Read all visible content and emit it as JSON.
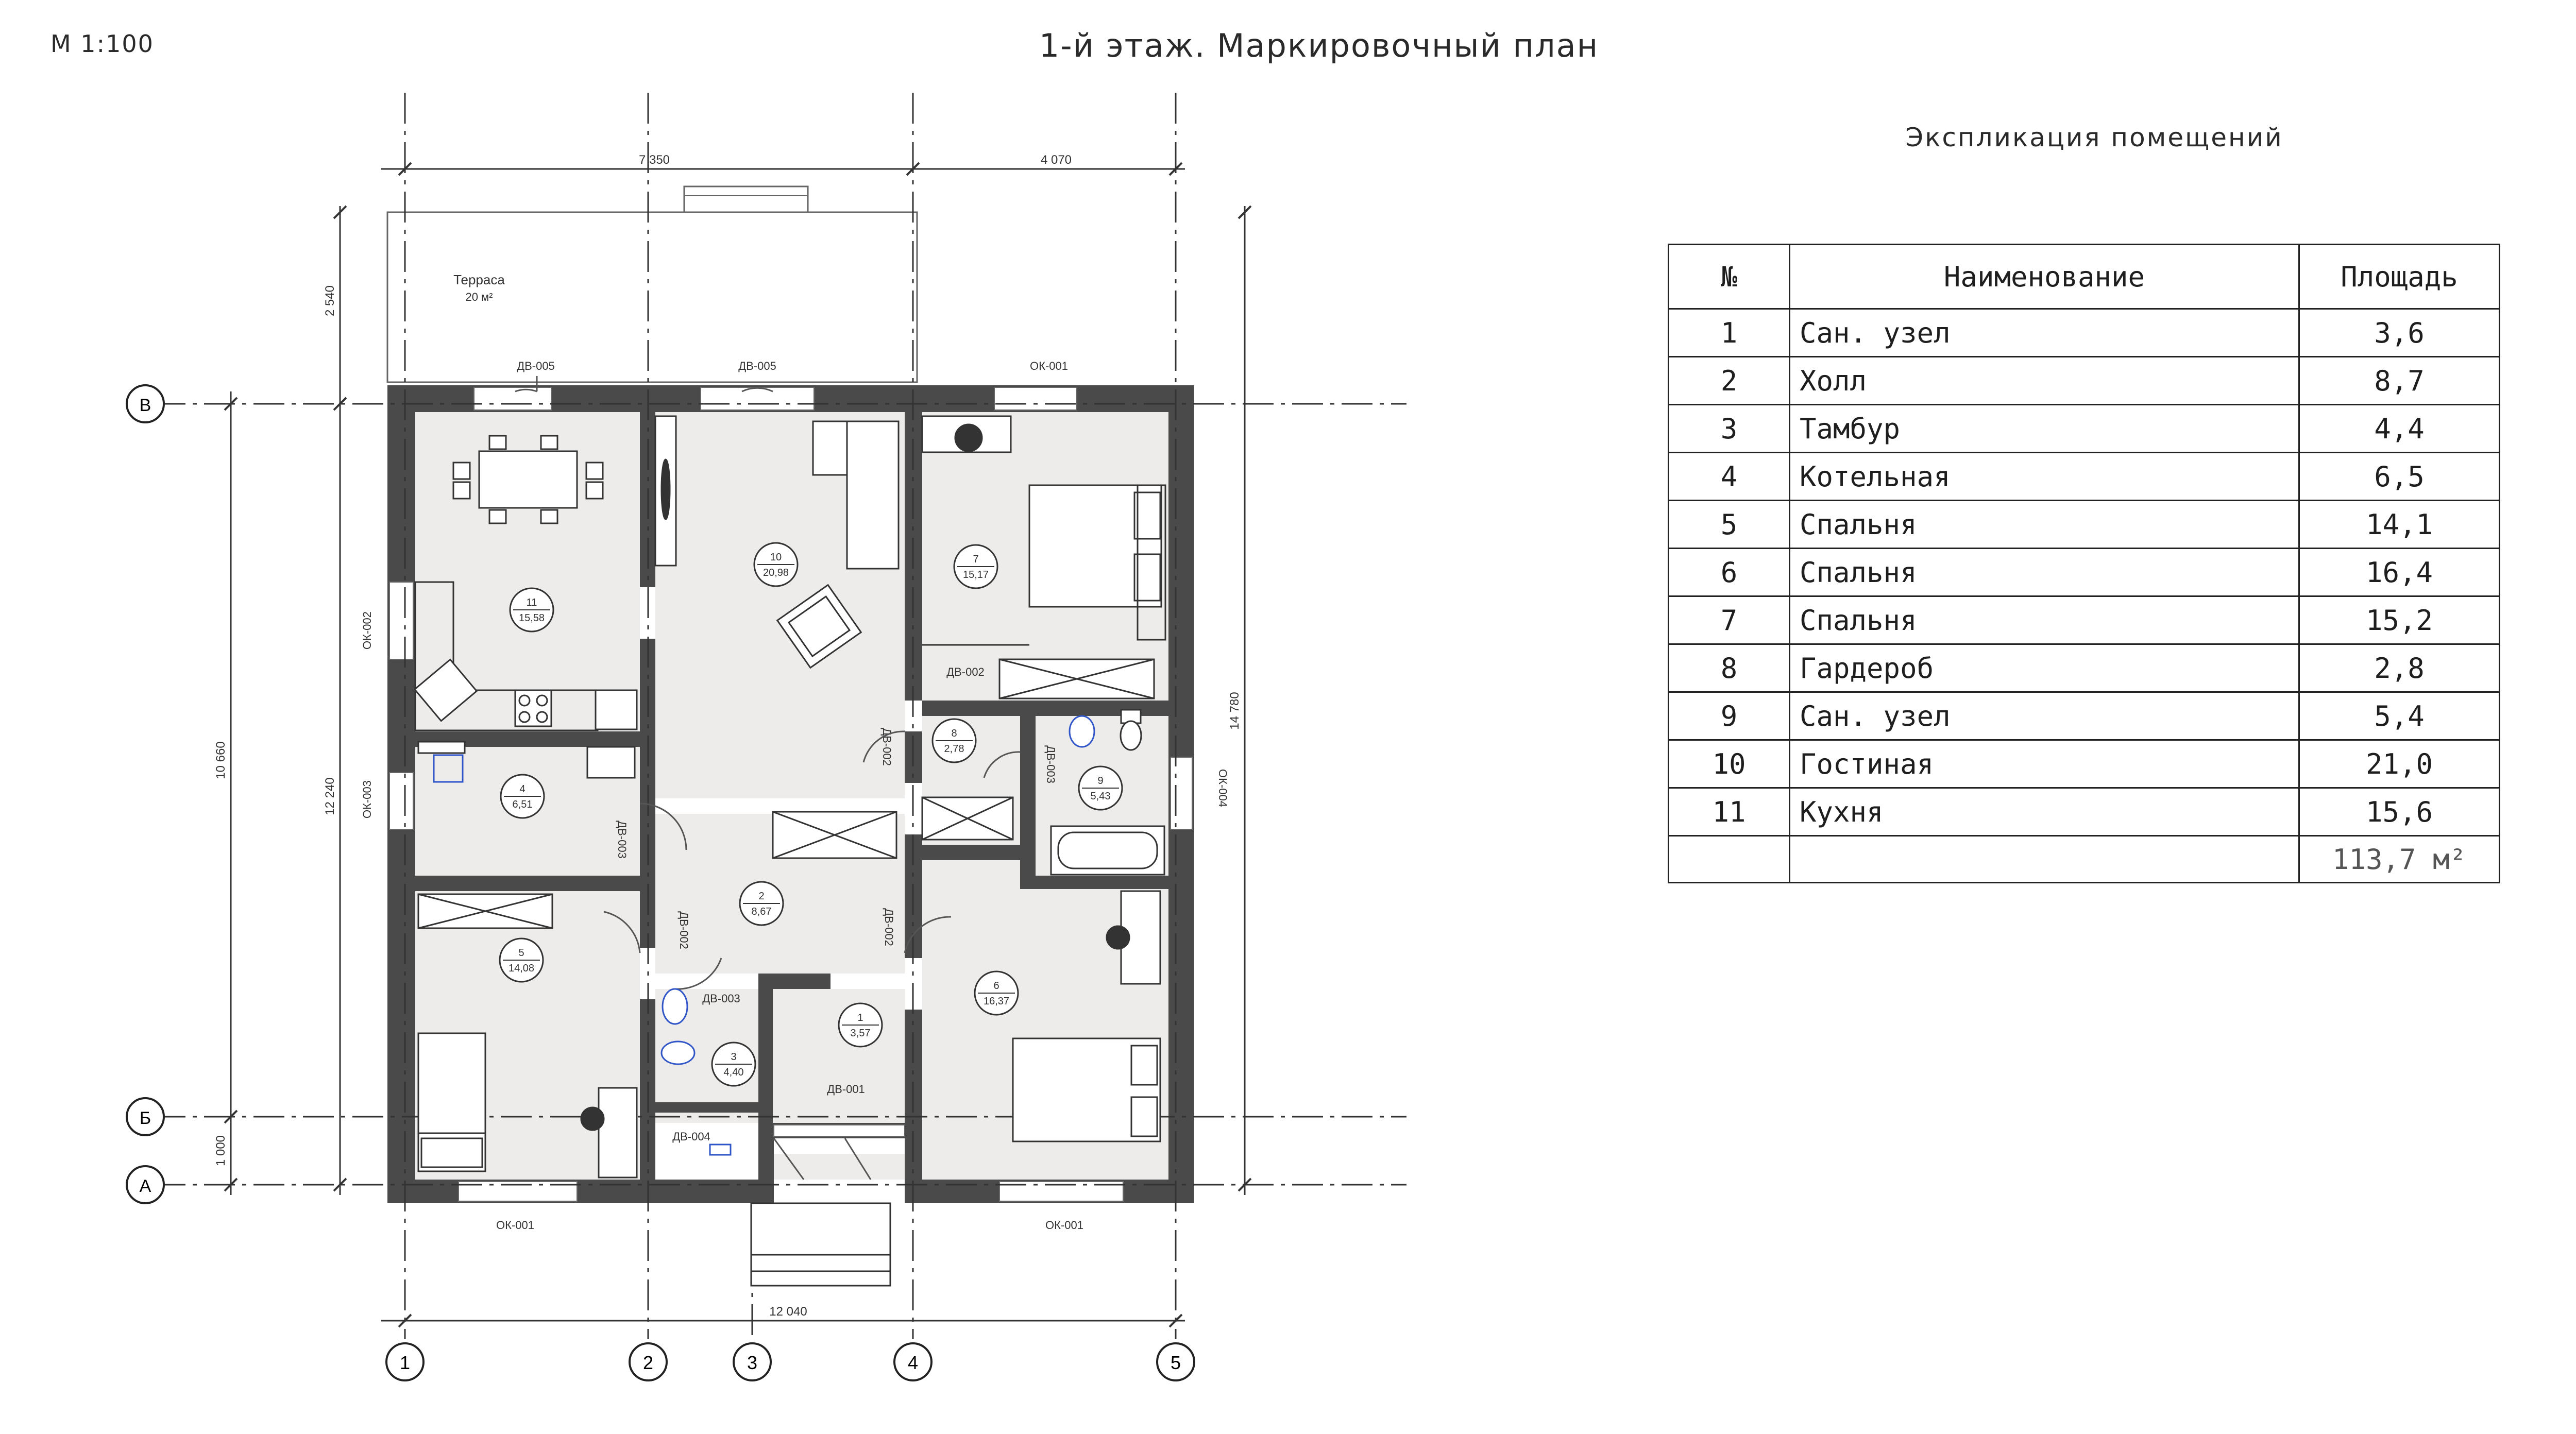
{
  "header": {
    "scale": "М 1:100",
    "title": "1-й этаж. Маркировочный план",
    "explication_title": "Экспликация помещений"
  },
  "table": {
    "headers": [
      "№",
      "Наименование",
      "Площадь"
    ],
    "rows": [
      {
        "no": "1",
        "name": "Сан. узел",
        "area": "3,6"
      },
      {
        "no": "2",
        "name": "Холл",
        "area": "8,7"
      },
      {
        "no": "3",
        "name": "Тамбур",
        "area": "4,4"
      },
      {
        "no": "4",
        "name": "Котельная",
        "area": "6,5"
      },
      {
        "no": "5",
        "name": "Спальня",
        "area": "14,1"
      },
      {
        "no": "6",
        "name": "Спальня",
        "area": "16,4"
      },
      {
        "no": "7",
        "name": "Спальня",
        "area": "15,2"
      },
      {
        "no": "8",
        "name": "Гардероб",
        "area": "2,8"
      },
      {
        "no": "9",
        "name": "Сан. узел",
        "area": "5,4"
      },
      {
        "no": "10",
        "name": "Гостиная",
        "area": "21,0"
      },
      {
        "no": "11",
        "name": "Кухня",
        "area": "15,6"
      }
    ],
    "total": "113,7 м²"
  },
  "plan": {
    "axes_vertical": [
      "1",
      "2",
      "3",
      "4",
      "5"
    ],
    "axes_horizontal": [
      "В",
      "Б",
      "А"
    ],
    "dimensions": {
      "top_left": "7 350",
      "top_right": "4 070",
      "bottom": "12 040",
      "left_outer": "12 240",
      "left_inner": "10 660",
      "left_bottom": "1 000",
      "left_terrace": "2 540",
      "right": "14 780"
    },
    "terrace_label": "Терраса",
    "terrace_area": "20 м²",
    "openings": {
      "dv005": "ДВ-005",
      "ok001": "ОК-001",
      "ok002": "ОК-002",
      "ok003": "ОК-003",
      "ok004": "ОК-004",
      "dv001": "ДВ-001",
      "dv002": "ДВ-002",
      "dv003": "ДВ-003",
      "dv004": "ДВ-004"
    },
    "rooms": [
      {
        "no": "1",
        "area": "3,57"
      },
      {
        "no": "2",
        "area": "8,67"
      },
      {
        "no": "3",
        "area": "4,40"
      },
      {
        "no": "4",
        "area": "6,51"
      },
      {
        "no": "5",
        "area": "14,08"
      },
      {
        "no": "6",
        "area": "16,37"
      },
      {
        "no": "7",
        "area": "15,17"
      },
      {
        "no": "8",
        "area": "2,78"
      },
      {
        "no": "9",
        "area": "5,43"
      },
      {
        "no": "10",
        "area": "20,98"
      },
      {
        "no": "11",
        "area": "15,58"
      }
    ]
  },
  "colors": {
    "wall": "#4a4a4a",
    "floor": "#eeeceb",
    "fixture": "#2f55c8",
    "line": "#333333"
  }
}
